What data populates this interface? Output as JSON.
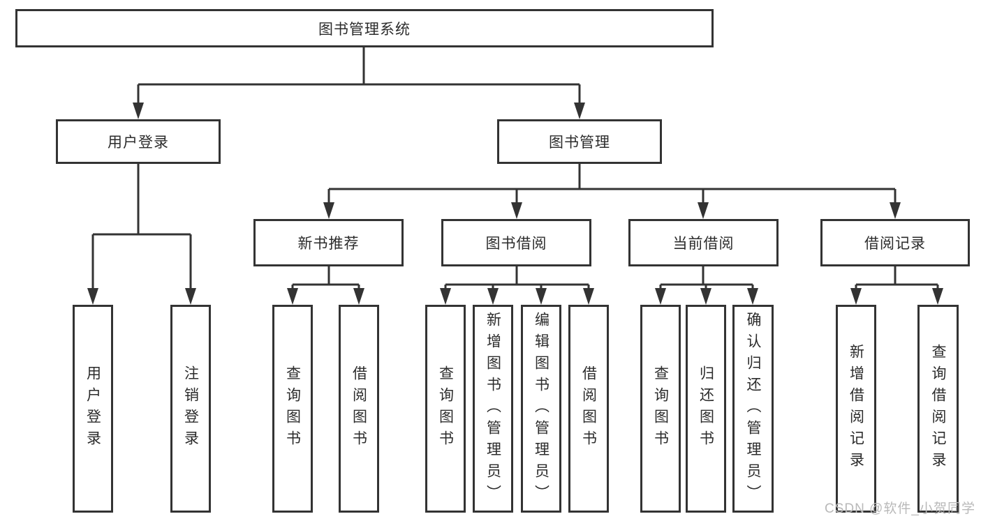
{
  "watermark": "CSDN @软件_小贺同学",
  "colors": {
    "line": "#333333",
    "border": "#333333",
    "text": "#2b2b2b",
    "background": "#ffffff",
    "watermark": "#b9b9b9"
  },
  "tree": {
    "label": "图书管理系统",
    "children": [
      {
        "label": "用户登录",
        "children": [
          {
            "label": "用户登录"
          },
          {
            "label": "注销登录"
          }
        ]
      },
      {
        "label": "图书管理",
        "children": [
          {
            "label": "新书推荐",
            "children": [
              {
                "label": "查询图书"
              },
              {
                "label": "借阅图书"
              }
            ]
          },
          {
            "label": "图书借阅",
            "children": [
              {
                "label": "查询图书"
              },
              {
                "label": "新增图书（管理员）"
              },
              {
                "label": "编辑图书（管理员）"
              },
              {
                "label": "借阅图书"
              }
            ]
          },
          {
            "label": "当前借阅",
            "children": [
              {
                "label": "查询图书"
              },
              {
                "label": "归还图书"
              },
              {
                "label": "确认归还（管理员）"
              }
            ]
          },
          {
            "label": "借阅记录",
            "children": [
              {
                "label": "新增借阅记录"
              },
              {
                "label": "查询借阅记录"
              }
            ]
          }
        ]
      }
    ]
  }
}
